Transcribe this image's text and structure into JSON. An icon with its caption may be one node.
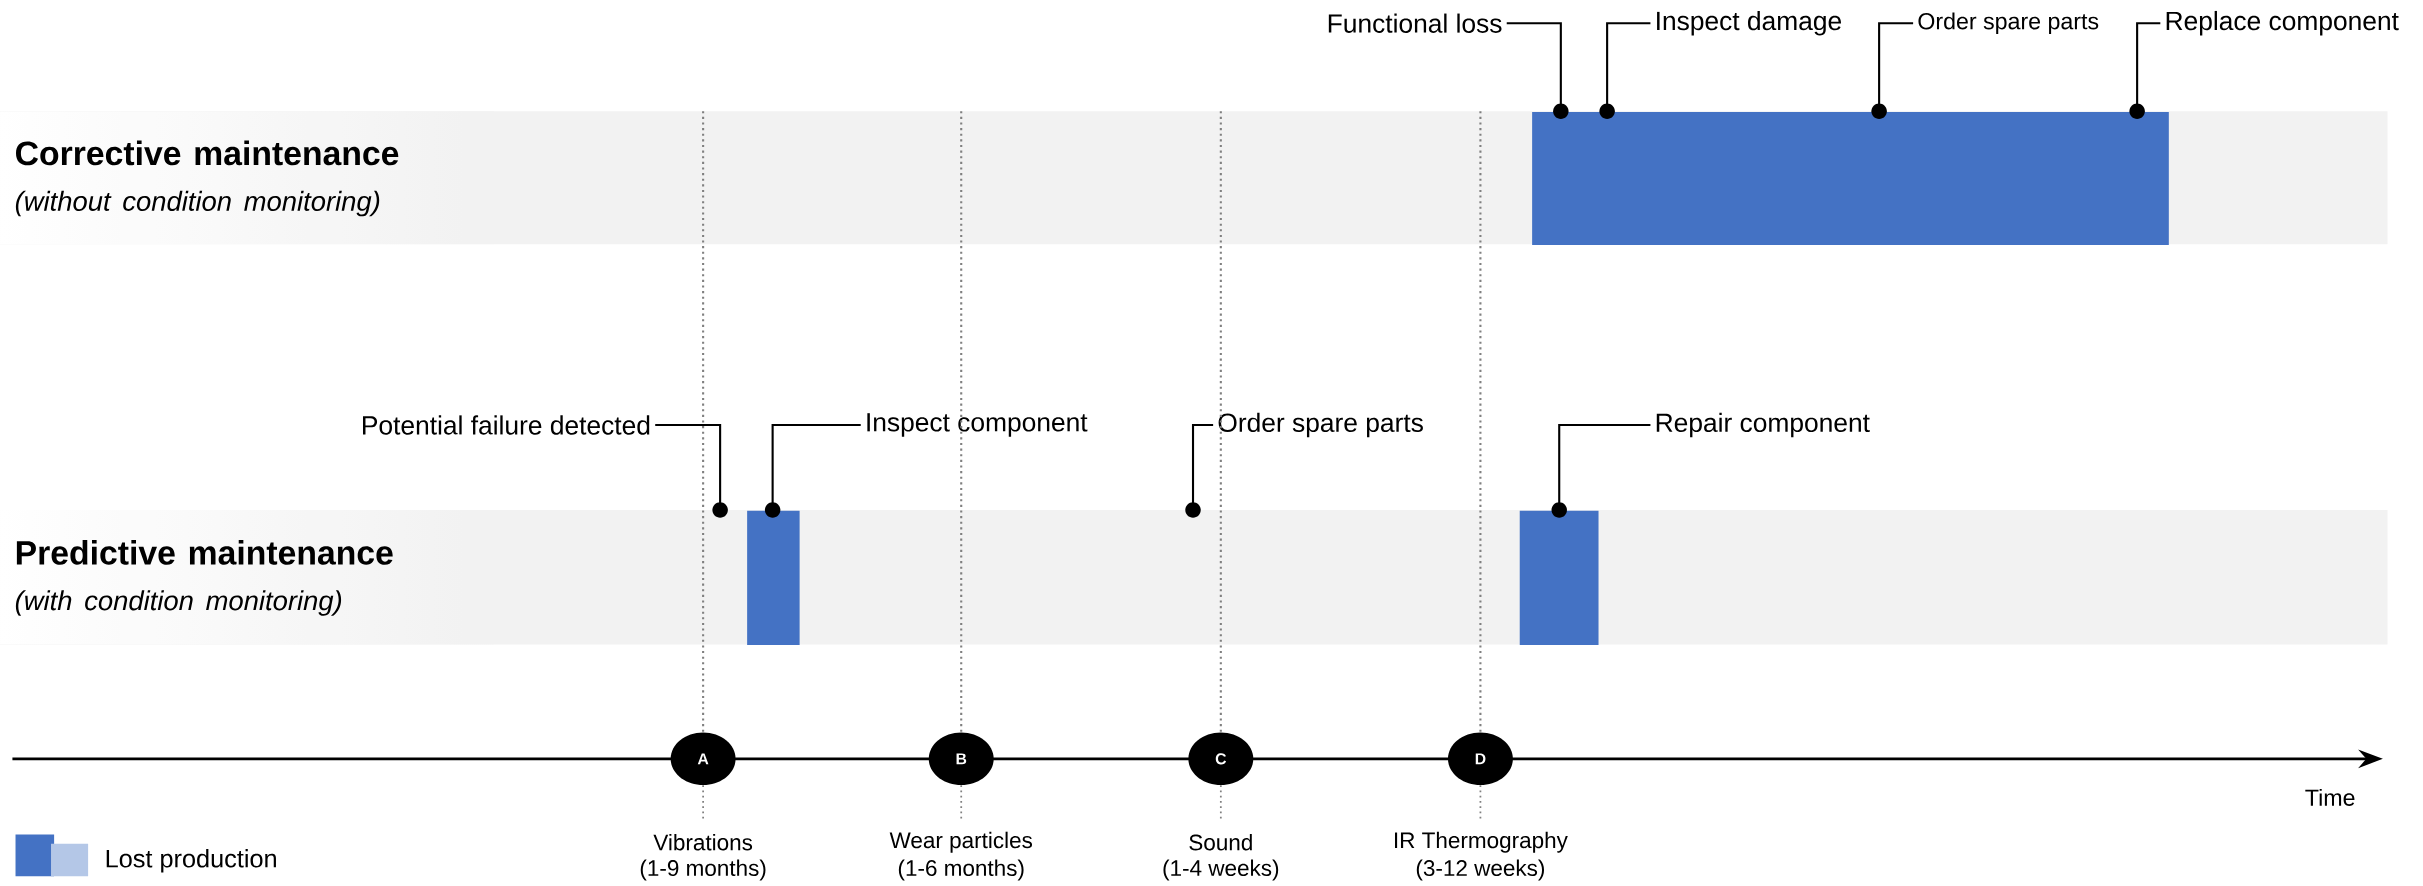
{
  "diagram": {
    "nodes": [
      {
        "text": [
          "Corrective maintenance",
          "(without condition monitoring)"
        ]
      },
      {
        "text": [],
        "shape": "bar",
        "in": 0
      },
      {
        "text": [
          "Functional loss"
        ]
      },
      {
        "text": [
          "Inspect damage"
        ]
      },
      {
        "text": [
          "Order spare parts"
        ]
      },
      {
        "text": [
          "Replace component"
        ]
      },
      {
        "text": [
          "Predictive maintenance",
          "(with condition monitoring)"
        ]
      },
      {
        "text": [],
        "shape": "bar",
        "in": 6
      },
      {
        "text": [],
        "shape": "bar",
        "in": 6
      },
      {
        "text": [
          "Potential failure detected"
        ]
      },
      {
        "text": [
          "Inspect component"
        ]
      },
      {
        "text": [
          "Order spare parts"
        ]
      },
      {
        "text": [
          "Repair component"
        ]
      },
      {
        "text": [
          "A"
        ],
        "beside": [
          "Vibrations",
          "(1-9 months)"
        ]
      },
      {
        "text": [
          "B"
        ],
        "beside": [
          "Wear particles",
          "(1-6 months)"
        ]
      },
      {
        "text": [
          "C"
        ],
        "beside": [
          "Sound",
          "(1-4 weeks)"
        ]
      },
      {
        "text": [
          "D"
        ],
        "beside": [
          "IR Thermography",
          "(3-12 weeks)"
        ]
      }
    ],
    "edges": [
      {
        "from": 2,
        "to": 1,
        "arrow": "other"
      },
      {
        "from": 3,
        "to": 1,
        "arrow": "other"
      },
      {
        "from": 4,
        "to": 1,
        "arrow": "other"
      },
      {
        "from": 5,
        "to": 1,
        "arrow": "other"
      },
      {
        "from": 9,
        "to": 6,
        "arrow": "other"
      },
      {
        "from": 10,
        "to": 7,
        "arrow": "other"
      },
      {
        "from": 11,
        "to": 6,
        "arrow": "other"
      },
      {
        "from": 12,
        "to": 8,
        "arrow": "other"
      },
      {
        "from": 13,
        "to": 0,
        "arrow": "none",
        "style": "dashed",
        "color": "#808080"
      },
      {
        "from": 14,
        "to": 0,
        "arrow": "none",
        "style": "dashed",
        "color": "#808080"
      },
      {
        "from": 15,
        "to": 0,
        "arrow": "none",
        "style": "dashed",
        "color": "#808080"
      },
      {
        "from": 16,
        "to": 0,
        "arrow": "none",
        "style": "dashed",
        "color": "#808080"
      }
    ],
    "labels": [
      "Time"
    ],
    "legend": [
      {
        "text": "Lost production",
        "color": "#4472c4"
      }
    ]
  }
}
